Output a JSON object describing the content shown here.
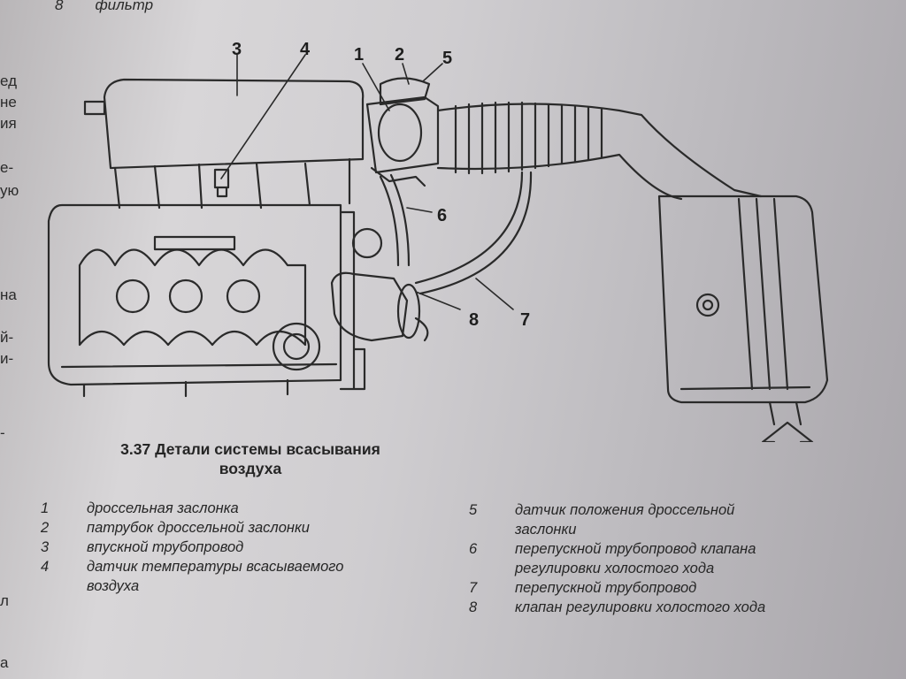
{
  "top_line": {
    "number": "8",
    "text": "фильтр"
  },
  "left_margin_fragments": [
    "ед",
    "не",
    "ия",
    "е-",
    "ую",
    "на",
    "й-",
    "и-",
    "-",
    "л",
    "а"
  ],
  "callouts": [
    "1",
    "2",
    "3",
    "4",
    "5",
    "6",
    "7",
    "8"
  ],
  "caption": {
    "line1": "3.37 Детали системы всасывания",
    "line2": "воздуха"
  },
  "legend_left": [
    {
      "num": "1",
      "lines": [
        "дроссельная заслонка"
      ]
    },
    {
      "num": "2",
      "lines": [
        "патрубок дроссельной заслонки"
      ]
    },
    {
      "num": "3",
      "lines": [
        "впускной трубопровод"
      ]
    },
    {
      "num": "4",
      "lines": [
        "датчик температуры всасываемого",
        "воздуха"
      ]
    }
  ],
  "legend_right": [
    {
      "num": "5",
      "lines": [
        "датчик положения дроссельной",
        "заслонки"
      ]
    },
    {
      "num": "6",
      "lines": [
        "перепускной трубопровод клапана",
        "регулировки холостого хода"
      ]
    },
    {
      "num": "7",
      "lines": [
        "перепускной трубопровод"
      ]
    },
    {
      "num": "8",
      "lines": [
        "клапан регулировки холостого хода"
      ]
    }
  ]
}
